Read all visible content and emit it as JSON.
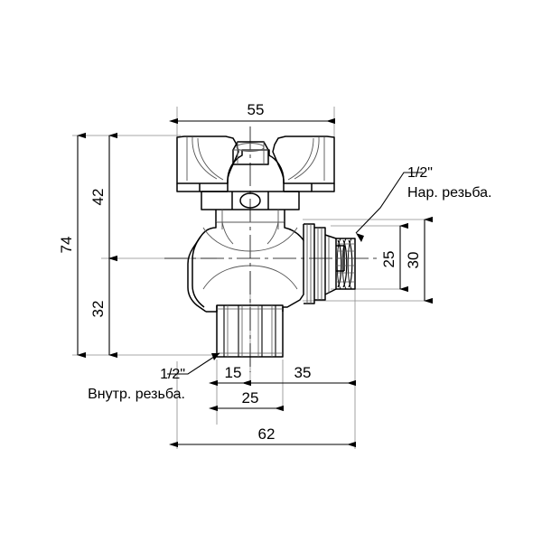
{
  "drawing": {
    "title": "Angle ball valve dimensional drawing",
    "background_color": "#ffffff",
    "line_color": "#000000",
    "thin_line_color": "#7a7a7a",
    "units": "mm",
    "view": "front elevation with dimensions"
  },
  "dimensions": {
    "top_width": "55",
    "overall_height": "74",
    "upper_height": "42",
    "lower_height": "32",
    "thread_diameter": "25",
    "outlet_height": "30",
    "inlet_offset": "15",
    "outlet_length": "35",
    "body_center": "25",
    "overall_length": "62"
  },
  "annotations": {
    "outlet_size": "1/2\"",
    "outlet_thread": "Нар. резьба.",
    "inlet_size": "1/2\"",
    "inlet_thread": "Внутр. резьба."
  },
  "part": {
    "handle": "butterfly-handle",
    "stem_nut": "hex-nut",
    "body": "angle-valve-body",
    "male_thread": "male-threaded-outlet",
    "female_socket": "female-threaded-inlet"
  }
}
